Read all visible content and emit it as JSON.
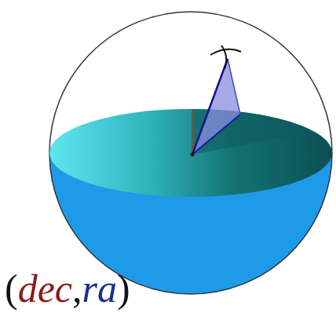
{
  "diagram": {
    "labels": [
      "(",
      "dec",
      ",",
      "ra",
      ")"
    ]
  }
}
